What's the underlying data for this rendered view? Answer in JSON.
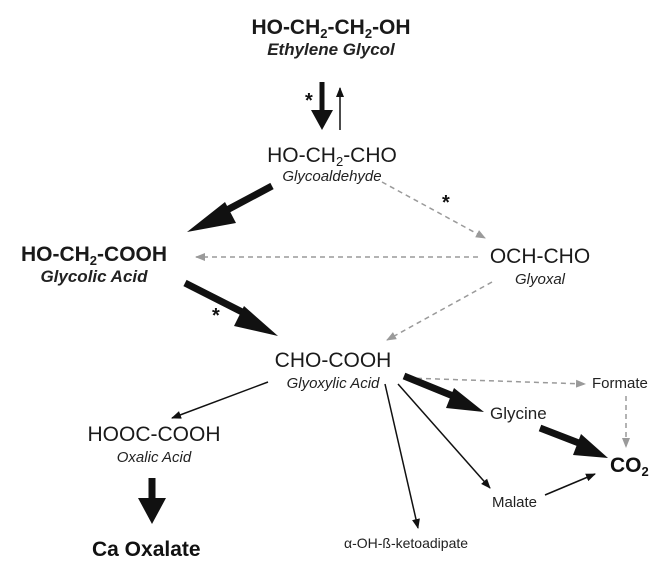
{
  "ethylene_glycol": {
    "formula": {
      "a": "HO-CH",
      "s1": "2",
      "b": "-CH",
      "s2": "2",
      "c": "-OH"
    },
    "name": "Ethylene Glycol"
  },
  "glycoaldehyde": {
    "formula": {
      "a": "HO-CH",
      "s1": "2",
      "b": "-CHO"
    },
    "name": "Glycoaldehyde"
  },
  "glycolic_acid": {
    "formula": {
      "a": "HO-CH",
      "s1": "2",
      "b": "-COOH"
    },
    "name": "Glycolic Acid"
  },
  "glyoxal": {
    "formula": "OCH-CHO",
    "name": "Glyoxal"
  },
  "glyoxylic_acid": {
    "formula": "CHO-COOH",
    "name": "Glyoxylic Acid"
  },
  "oxalic_acid": {
    "formula": "HOOC-COOH",
    "name": "Oxalic Acid"
  },
  "ca_oxalate": {
    "label": "Ca Oxalate"
  },
  "formate": {
    "label": "Formate"
  },
  "glycine": {
    "label": "Glycine"
  },
  "malate": {
    "label": "Malate"
  },
  "co2": {
    "a": "CO",
    "s": "2"
  },
  "ketoadipate": {
    "label": "α-OH-ß-ketoadipate"
  },
  "annotation": {
    "star": "*"
  },
  "colors": {
    "arrow": "#111111",
    "dashed_arrow": "#9a9a9a"
  }
}
